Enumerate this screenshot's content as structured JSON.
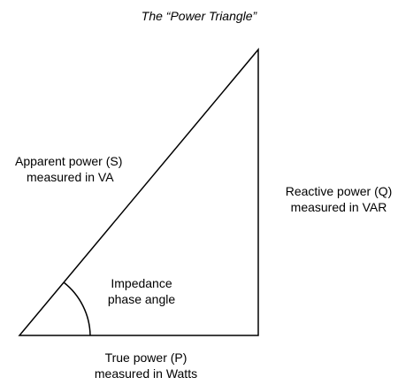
{
  "title": "The “Power Triangle”",
  "labels": {
    "apparent_power_line1": "Apparent power (S)",
    "apparent_power_line2": "measured in VA",
    "reactive_power_line1": "Reactive power (Q)",
    "reactive_power_line2": "measured in VAR",
    "impedance_line1": "Impedance",
    "impedance_line2": "phase angle",
    "true_power_line1": "True power (P)",
    "true_power_line2": "measured in Watts"
  },
  "colors": {
    "stroke": "#000000",
    "text": "#000000",
    "background": "#ffffff"
  }
}
